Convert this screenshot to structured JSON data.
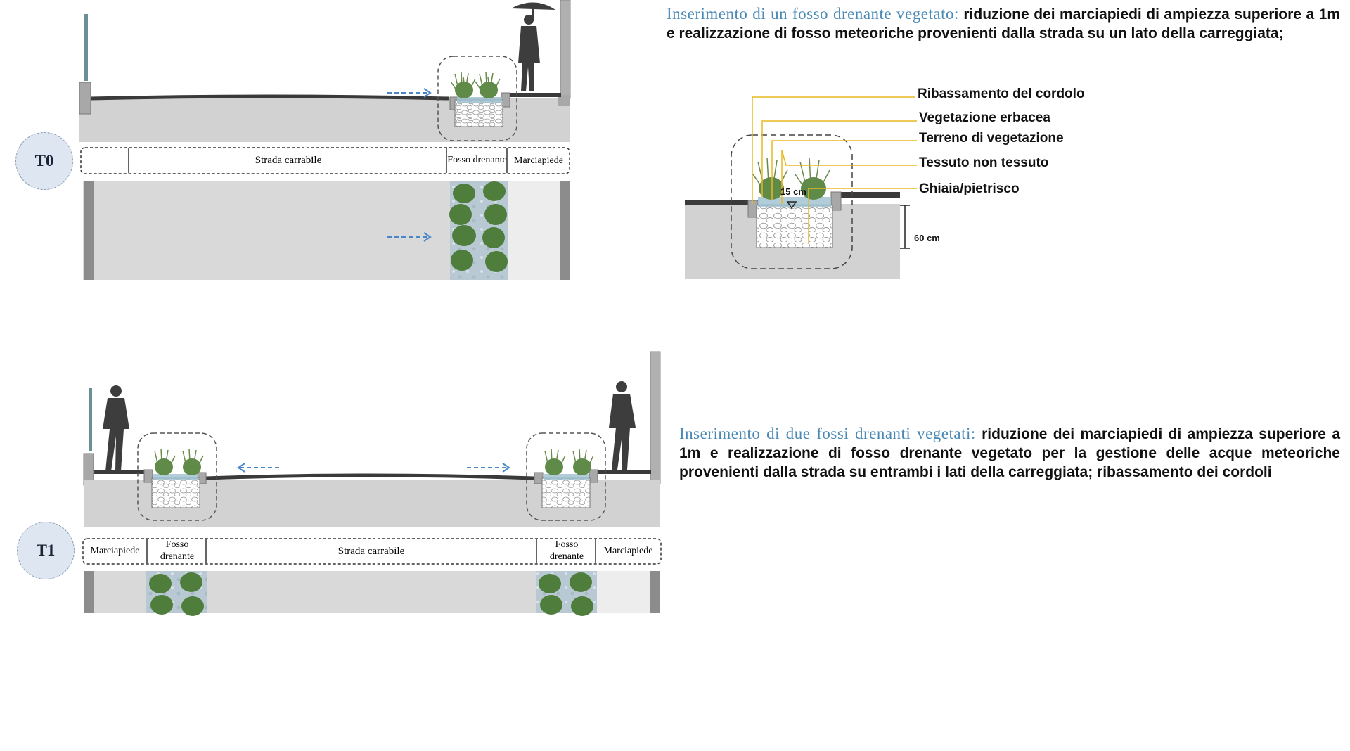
{
  "scenarios": {
    "t0": {
      "badge": "T0",
      "zones": [
        "Strada carrabile",
        "Fosso drenante",
        "Marciapiede"
      ]
    },
    "t1": {
      "badge": "T1",
      "zones": [
        "Marciapiede",
        "Fosso drenante",
        "Strada carrabile",
        "Fosso drenante",
        "Marciapiede"
      ]
    }
  },
  "descriptions": {
    "t0": {
      "lead": "Inserimento di un fosso drenante vegetato:",
      "body": "riduzione dei marciapiedi di ampiezza superiore a 1m e realizzazione di fosso meteoriche provenienti dalla strada su un lato della carreggiata;"
    },
    "t1": {
      "lead": "Inserimento di due fossi drenanti vegetati:",
      "body": "riduzione dei marciapiedi di ampiezza superiore a 1m e realizzazione di fosso drenante vegetato per la gestione delle acque meteoriche provenienti dalla strada su entrambi i lati della carreggiata; ribassamento dei cordoli"
    }
  },
  "detail": {
    "callouts": [
      "Ribassamento del cordolo",
      "Vegetazione erbacea",
      "Terreno di vegetazione",
      "Tessuto non tessuto",
      "Ghiaia/pietrisco"
    ],
    "water_depth": "15 cm",
    "trench_depth": "60 cm"
  },
  "colors": {
    "flow_arrow": "#4a86c8",
    "lead_text": "#4a89b5",
    "callout_line": "#e8b820",
    "badge_fill": "#dde6f1"
  }
}
